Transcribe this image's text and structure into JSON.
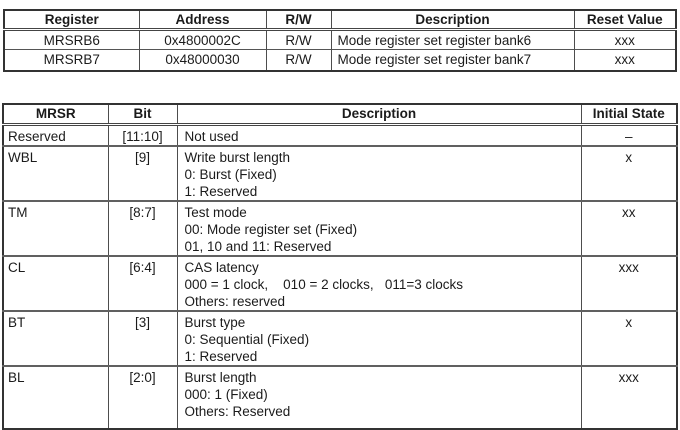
{
  "colors": {
    "background": "#ffffff",
    "text": "#1b1b1b",
    "border_outer": "#333333",
    "border_vertical": "#4d4d4d",
    "row_separator": "#606060"
  },
  "register_table": {
    "headers": [
      "Register",
      "Address",
      "R/W",
      "Description",
      "Reset Value"
    ],
    "rows": [
      {
        "register": "MRSRB6",
        "address": "0x4800002C",
        "rw": "R/W",
        "description": "Mode register set register bank6",
        "reset_value": "xxx"
      },
      {
        "register": "MRSRB7",
        "address": "0x48000030",
        "rw": "R/W",
        "description": "Mode register set register bank7",
        "reset_value": "xxx"
      }
    ]
  },
  "field_table": {
    "headers": [
      "MRSR",
      "Bit",
      "Description",
      "Initial State"
    ],
    "rows": [
      {
        "name": "Reserved",
        "bit": "[11:10]",
        "description_lines": [
          "Not used"
        ],
        "initial_state": "–"
      },
      {
        "name": "WBL",
        "bit": "[9]",
        "description_lines": [
          "Write burst length",
          "0: Burst (Fixed)",
          "1: Reserved"
        ],
        "initial_state": "x"
      },
      {
        "name": "TM",
        "bit": "[8:7]",
        "description_lines": [
          "Test mode",
          "00: Mode register set (Fixed)",
          "01, 10 and 11: Reserved"
        ],
        "initial_state": "xx"
      },
      {
        "name": "CL",
        "bit": "[6:4]",
        "description_lines": [
          "CAS latency",
          "000 = 1 clock,    010 = 2 clocks,   011=3 clocks",
          "Others: reserved"
        ],
        "initial_state": "xxx"
      },
      {
        "name": "BT",
        "bit": "[3]",
        "description_lines": [
          "Burst type",
          "0: Sequential (Fixed)",
          "1: Reserved"
        ],
        "initial_state": "x"
      },
      {
        "name": "BL",
        "bit": "[2:0]",
        "description_lines": [
          "Burst length",
          "000: 1 (Fixed)",
          "Others: Reserved"
        ],
        "initial_state": "xxx"
      }
    ]
  }
}
